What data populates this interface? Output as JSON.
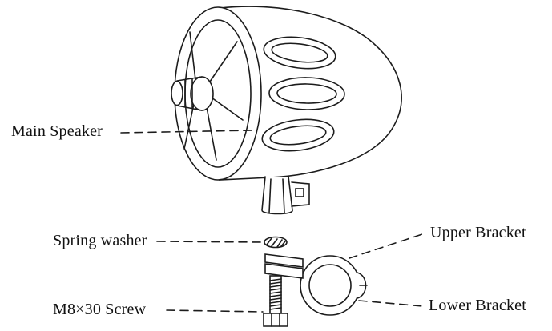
{
  "diagram": {
    "background_color": "#ffffff",
    "line_color": "#1c1c1c",
    "parts": [
      {
        "id": "main-speaker",
        "label": "Main Speaker"
      },
      {
        "id": "spring-washer",
        "label": "Spring washer"
      },
      {
        "id": "upper-bracket",
        "label": "Upper Bracket"
      },
      {
        "id": "m8x30-screw",
        "label": "M8×30 Screw"
      },
      {
        "id": "lower-bracket",
        "label": "Lower Bracket"
      }
    ]
  }
}
